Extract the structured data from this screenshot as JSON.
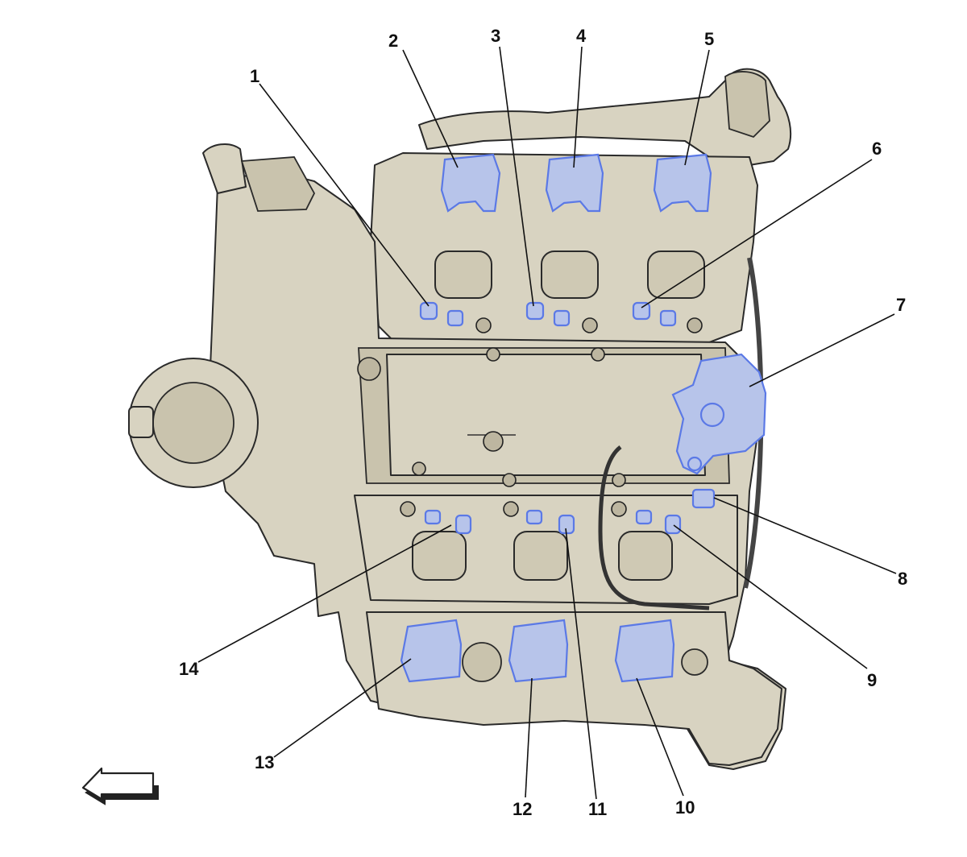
{
  "diagram": {
    "callouts": [
      {
        "id": "1",
        "label": "1"
      },
      {
        "id": "2",
        "label": "2"
      },
      {
        "id": "3",
        "label": "3"
      },
      {
        "id": "4",
        "label": "4"
      },
      {
        "id": "5",
        "label": "5"
      },
      {
        "id": "6",
        "label": "6"
      },
      {
        "id": "7",
        "label": "7"
      },
      {
        "id": "8",
        "label": "8"
      },
      {
        "id": "9",
        "label": "9"
      },
      {
        "id": "10",
        "label": "10"
      },
      {
        "id": "11",
        "label": "11"
      },
      {
        "id": "12",
        "label": "12"
      },
      {
        "id": "13",
        "label": "13"
      },
      {
        "id": "14",
        "label": "14"
      }
    ],
    "direction_arrow_icon": "left-arrow-icon",
    "colors": {
      "engine_body": "#d8d3c1",
      "highlight": "#5b79e6",
      "highlight_fill": "#b7c4ea",
      "outline": "#2a2a2a"
    }
  }
}
